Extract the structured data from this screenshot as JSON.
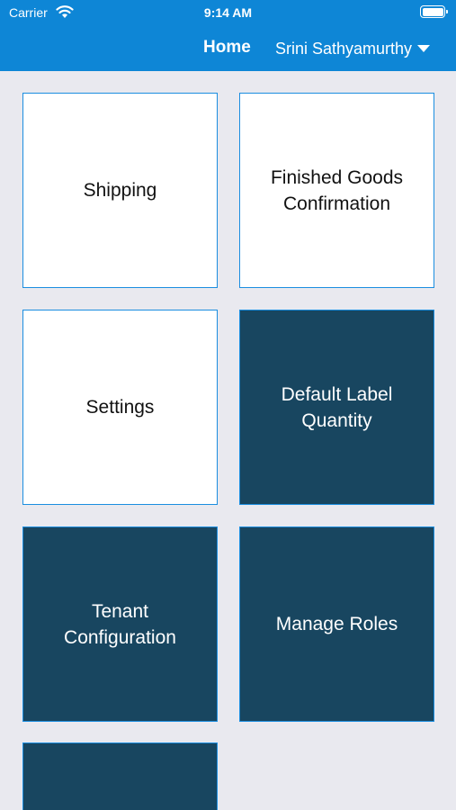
{
  "status_bar": {
    "carrier": "Carrier",
    "time": "9:14 AM"
  },
  "nav": {
    "home_label": "Home",
    "user_name": "Srini Sathyamurthy"
  },
  "tiles": [
    {
      "label": "Shipping",
      "style": "light"
    },
    {
      "label": "Finished Goods\nConfirmation",
      "style": "light"
    },
    {
      "label": "Settings",
      "style": "light"
    },
    {
      "label": "Default Label\nQuantity",
      "style": "dark"
    },
    {
      "label": "Tenant\nConfiguration",
      "style": "dark"
    },
    {
      "label": "Manage Roles",
      "style": "dark"
    },
    {
      "label": "",
      "style": "dark"
    }
  ],
  "colors": {
    "header": "#0e86d6",
    "tile_dark": "#184660",
    "tile_border": "#1b8ee0",
    "background": "#e9e9ef"
  }
}
